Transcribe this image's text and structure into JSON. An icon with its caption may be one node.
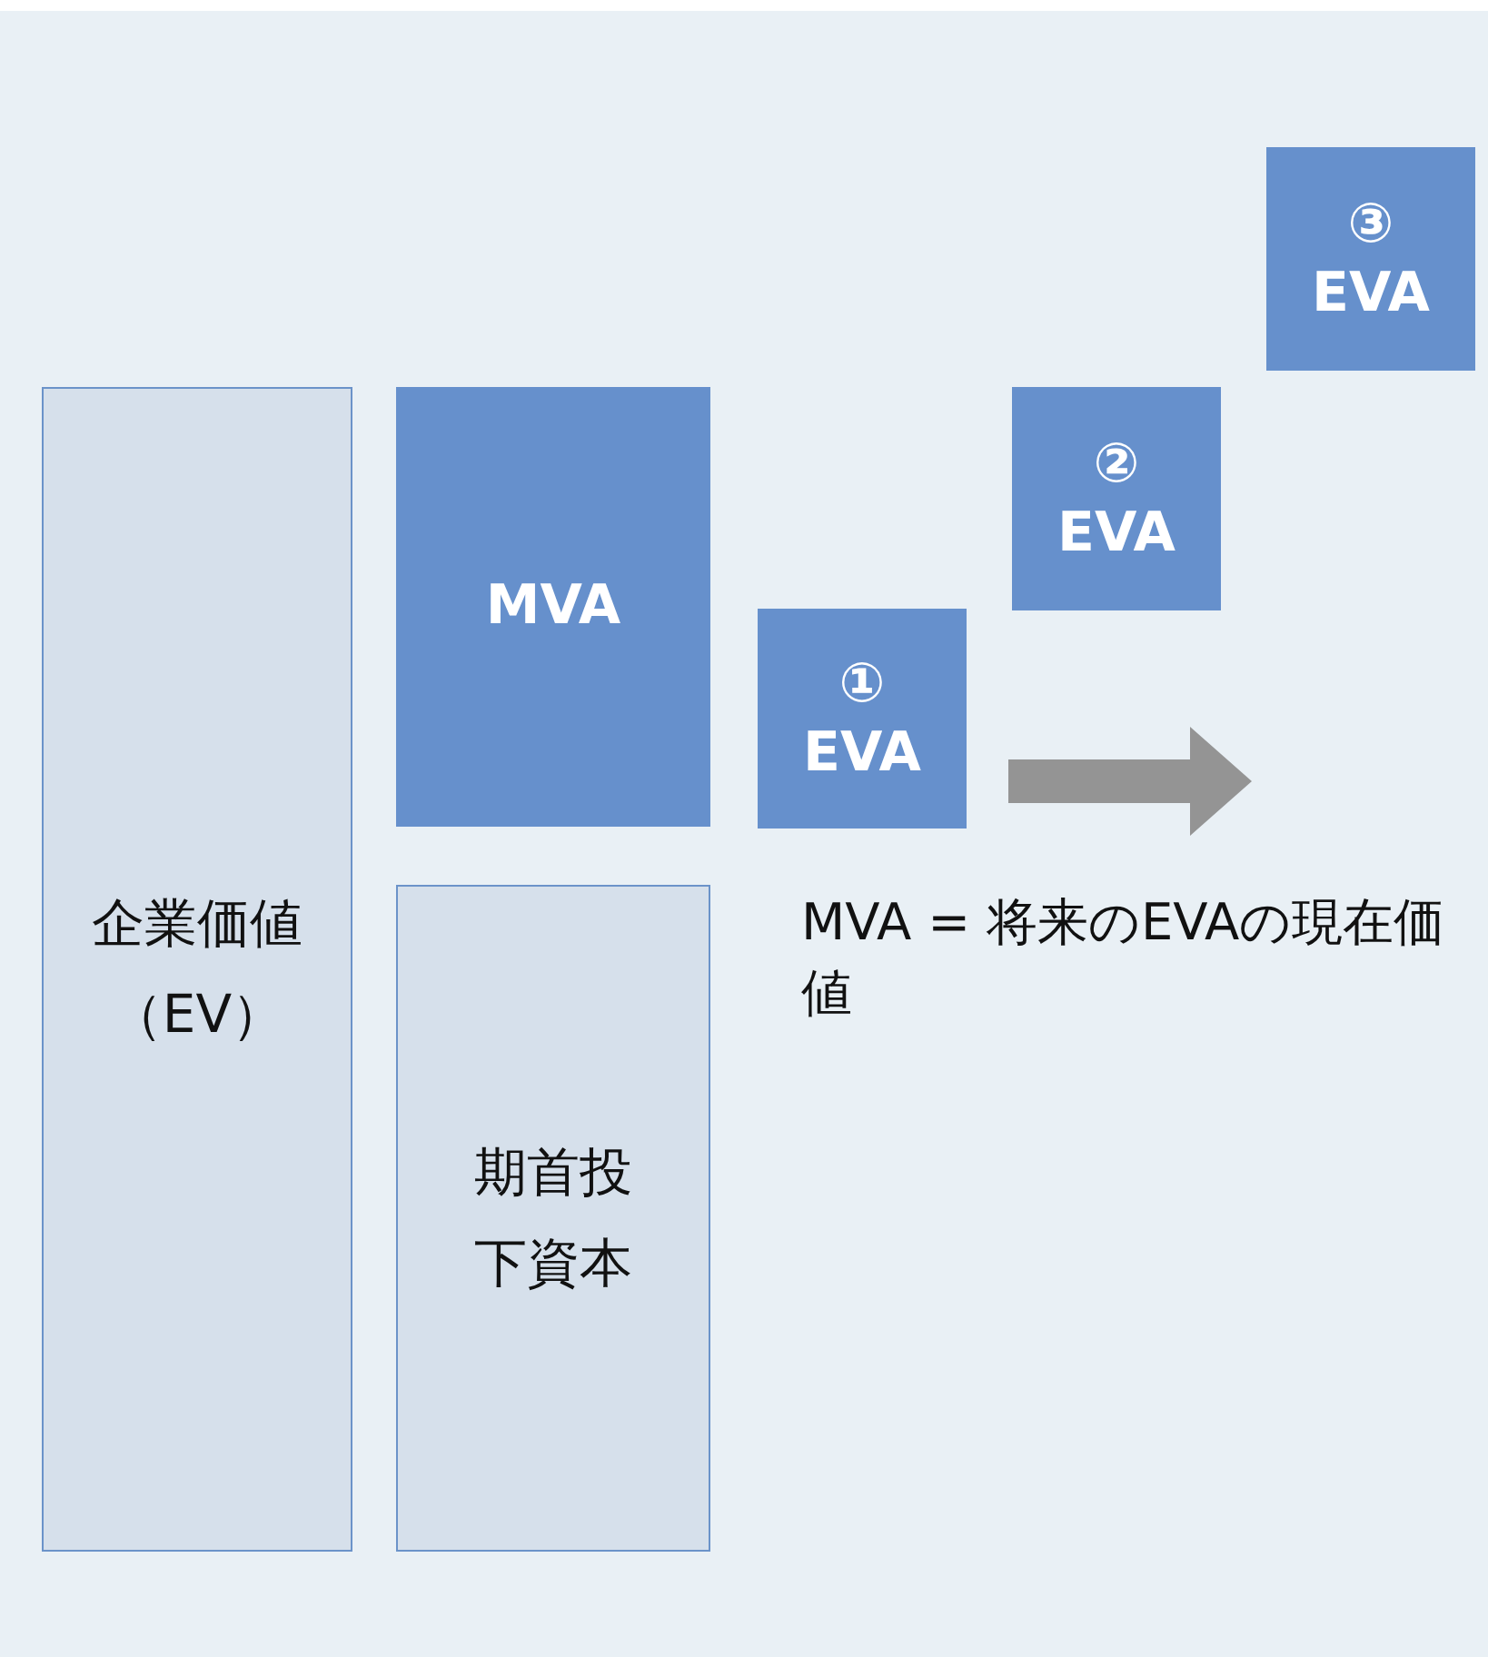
{
  "diagram": {
    "nodes": [
      {
        "text": [
          "企業価値（EV）"
        ]
      },
      {
        "text": [
          "MVA"
        ]
      },
      {
        "text": [
          "期首投下資本"
        ]
      },
      {
        "text": [
          "①",
          "EVA"
        ]
      },
      {
        "text": [
          "②",
          "EVA"
        ]
      },
      {
        "text": [
          "③",
          "EVA"
        ]
      }
    ],
    "labels": [
      "MVA = 将来のEVAの現在価値"
    ]
  }
}
